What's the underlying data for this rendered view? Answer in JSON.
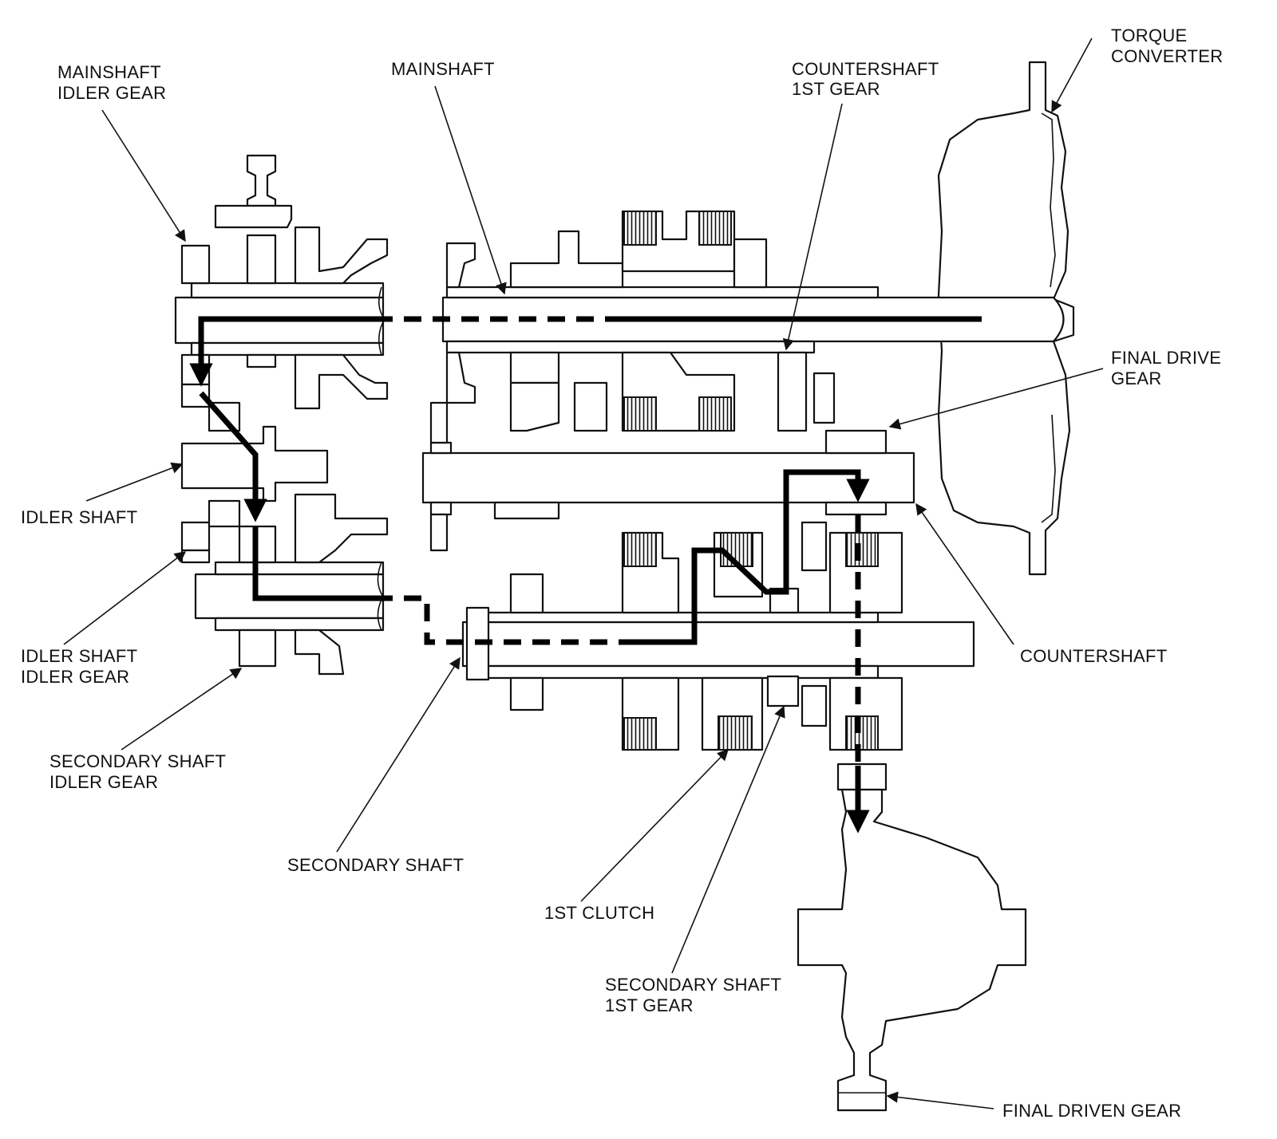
{
  "labels": {
    "mainshaft_idler_gear": [
      "MAINSHAFT",
      "IDLER GEAR"
    ],
    "mainshaft": [
      "MAINSHAFT"
    ],
    "countershaft_1st_gear": [
      "COUNTERSHAFT",
      "1ST GEAR"
    ],
    "torque_converter": [
      "TORQUE",
      "CONVERTER"
    ],
    "final_drive_gear": [
      "FINAL DRIVE",
      "GEAR"
    ],
    "idler_shaft": [
      "IDLER SHAFT"
    ],
    "idler_shaft_idler_gear": [
      "IDLER SHAFT",
      "IDLER GEAR"
    ],
    "secondary_shaft_idler_gear": [
      "SECONDARY SHAFT",
      "IDLER GEAR"
    ],
    "countershaft": [
      "COUNTERSHAFT"
    ],
    "secondary_shaft": [
      "SECONDARY SHAFT"
    ],
    "first_clutch": [
      "1ST CLUTCH"
    ],
    "secondary_shaft_1st_gear": [
      "SECONDARY SHAFT",
      "1ST GEAR"
    ],
    "final_driven_gear": [
      "FINAL DRIVEN GEAR"
    ]
  }
}
